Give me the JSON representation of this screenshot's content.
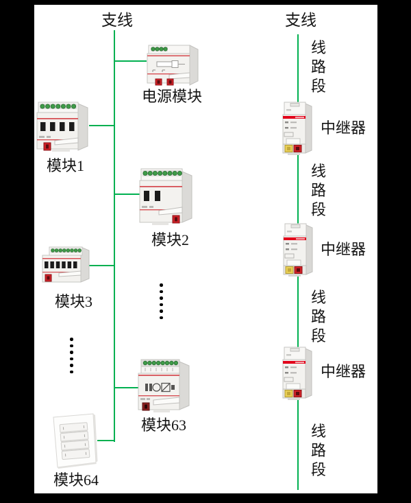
{
  "colors": {
    "background": "#000000",
    "canvas": "#ffffff",
    "bus_line_green": "#00b050",
    "device_stripe_red": "#e2001a",
    "terminal_green": "#3f9b48",
    "terminal_yellow": "#e9cf55",
    "terminal_red": "#cf2127"
  },
  "diagram": {
    "left_branch": {
      "title": "支线",
      "devices": [
        {
          "label": "电源模块",
          "type": "power-supply-module"
        },
        {
          "label": "模块1",
          "type": "switch-actuator-4ch"
        },
        {
          "label": "模块2",
          "type": "switch-actuator-2ch"
        },
        {
          "label": "模块3",
          "type": "switch-actuator-8ch"
        },
        {
          "label": "模块63",
          "type": "din-rail-module"
        },
        {
          "label": "模块64",
          "type": "wall-keypad"
        }
      ],
      "ellipsis": {
        "style": "vertical-dots",
        "count": 6,
        "columns": 2
      }
    },
    "right_branch": {
      "title": "支线",
      "segments": [
        {
          "label": "线路段"
        },
        {
          "label": "线路段"
        },
        {
          "label": "线路段"
        },
        {
          "label": "线路段"
        }
      ],
      "repeaters": [
        {
          "label": "中继器"
        },
        {
          "label": "中继器"
        },
        {
          "label": "中继器"
        }
      ]
    }
  }
}
